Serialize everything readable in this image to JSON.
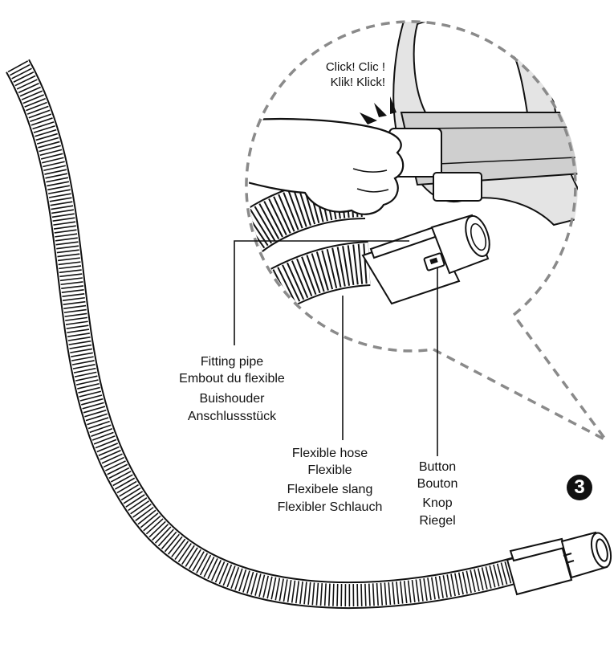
{
  "callouts": {
    "click": [
      "Click! Clic !",
      "Klik! Klick!"
    ],
    "fitting_pipe": [
      "Fitting pipe",
      "Embout du flexible",
      "Buishouder",
      "Anschlussstück"
    ],
    "flexible_hose": [
      "Flexible hose",
      "Flexible",
      "Flexibele slang",
      "Flexibler Schlauch"
    ],
    "button": [
      "Button",
      "Bouton",
      "Knop",
      "Riegel"
    ]
  },
  "step_number": "3",
  "colors": {
    "line": "#111111",
    "magnifier_dash": "#8a8a8a",
    "mask_frame": "#d9d9d9",
    "background": "#ffffff"
  }
}
